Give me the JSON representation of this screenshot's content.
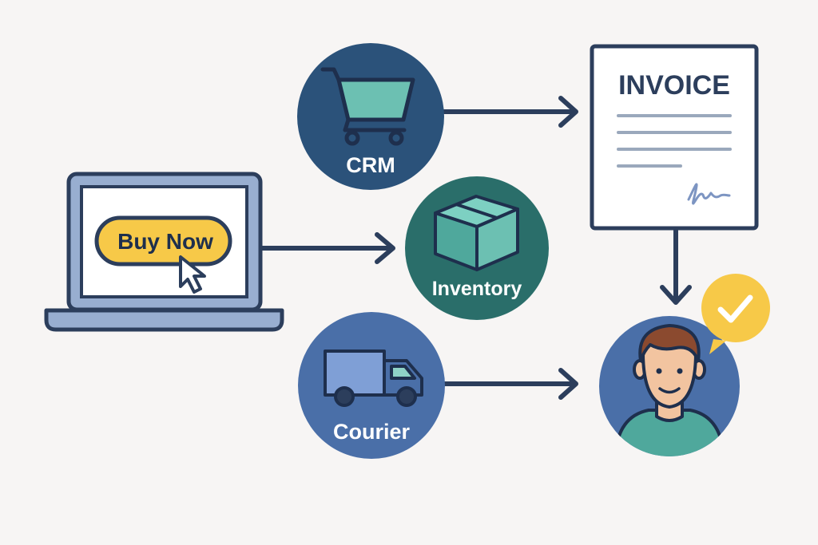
{
  "laptop": {
    "button_label": "Buy Now"
  },
  "nodes": {
    "crm": {
      "label": "CRM",
      "color": "#2b527a"
    },
    "inventory": {
      "label": "Inventory",
      "color": "#2a6e6a"
    },
    "courier": {
      "label": "Courier",
      "color": "#4a6fa8"
    },
    "customer": {
      "color": "#4a6fa8"
    }
  },
  "invoice": {
    "title": "INVOICE"
  },
  "colors": {
    "navy": "#2c3e5c",
    "teal": "#6cc0b2",
    "yellow": "#f7c948",
    "laptop_frame": "#98aed0",
    "truck_body": "#7f9fd6",
    "line_gray": "#9aa8bc",
    "skin": "#f2c4a0",
    "hair": "#8b4a2f",
    "shirt": "#4fa89c"
  },
  "icons": [
    "laptop-icon",
    "cursor-icon",
    "cart-icon",
    "box-icon",
    "truck-icon",
    "invoice-icon",
    "person-icon",
    "check-bubble-icon"
  ]
}
